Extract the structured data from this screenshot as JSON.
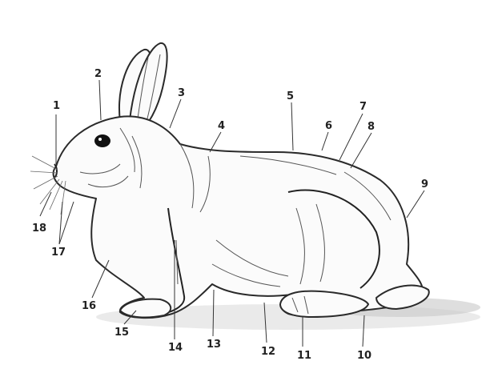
{
  "diagram": {
    "subject": "rabbit-anatomy-sketch",
    "labels": [
      "1",
      "2",
      "3",
      "4",
      "5",
      "6",
      "7",
      "8",
      "9",
      "10",
      "11",
      "12",
      "13",
      "14",
      "15",
      "16",
      "17",
      "18"
    ]
  }
}
